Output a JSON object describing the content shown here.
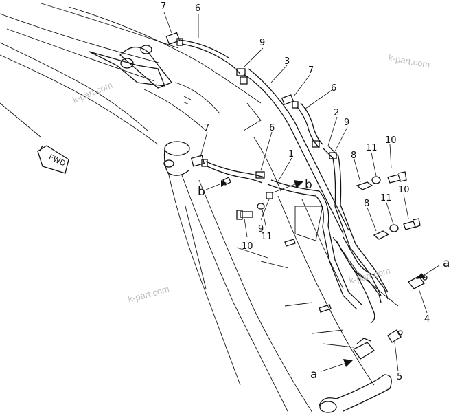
{
  "direction_label": "FWD",
  "watermarks": [
    "k-part.com",
    "k-part.com",
    "k-part.com",
    "k-part.com"
  ],
  "view_markers": {
    "a": "a",
    "b": "b"
  },
  "callouts": [
    "7",
    "6",
    "9",
    "3",
    "7",
    "6",
    "2",
    "9",
    "7",
    "6",
    "1",
    "8",
    "11",
    "10",
    "8",
    "11",
    "10",
    "9",
    "11",
    "10",
    "4",
    "5"
  ]
}
